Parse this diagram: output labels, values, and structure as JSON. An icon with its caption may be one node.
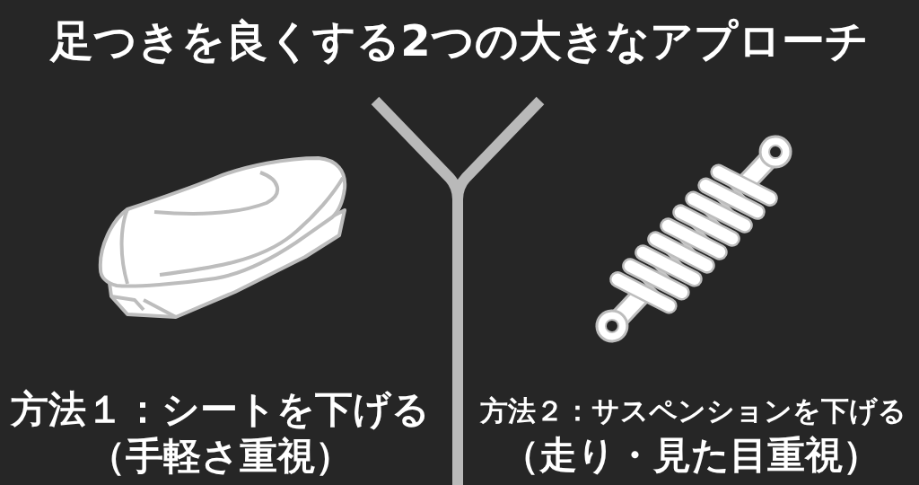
{
  "diagram": {
    "title": "足つきを良くする2つの大きなアプローチ",
    "labels": [
      "方法１：シートを下げる",
      "（手軽さ重視）",
      "方法２：サスペンションを下げる",
      "（走り・見た目重視）"
    ]
  }
}
